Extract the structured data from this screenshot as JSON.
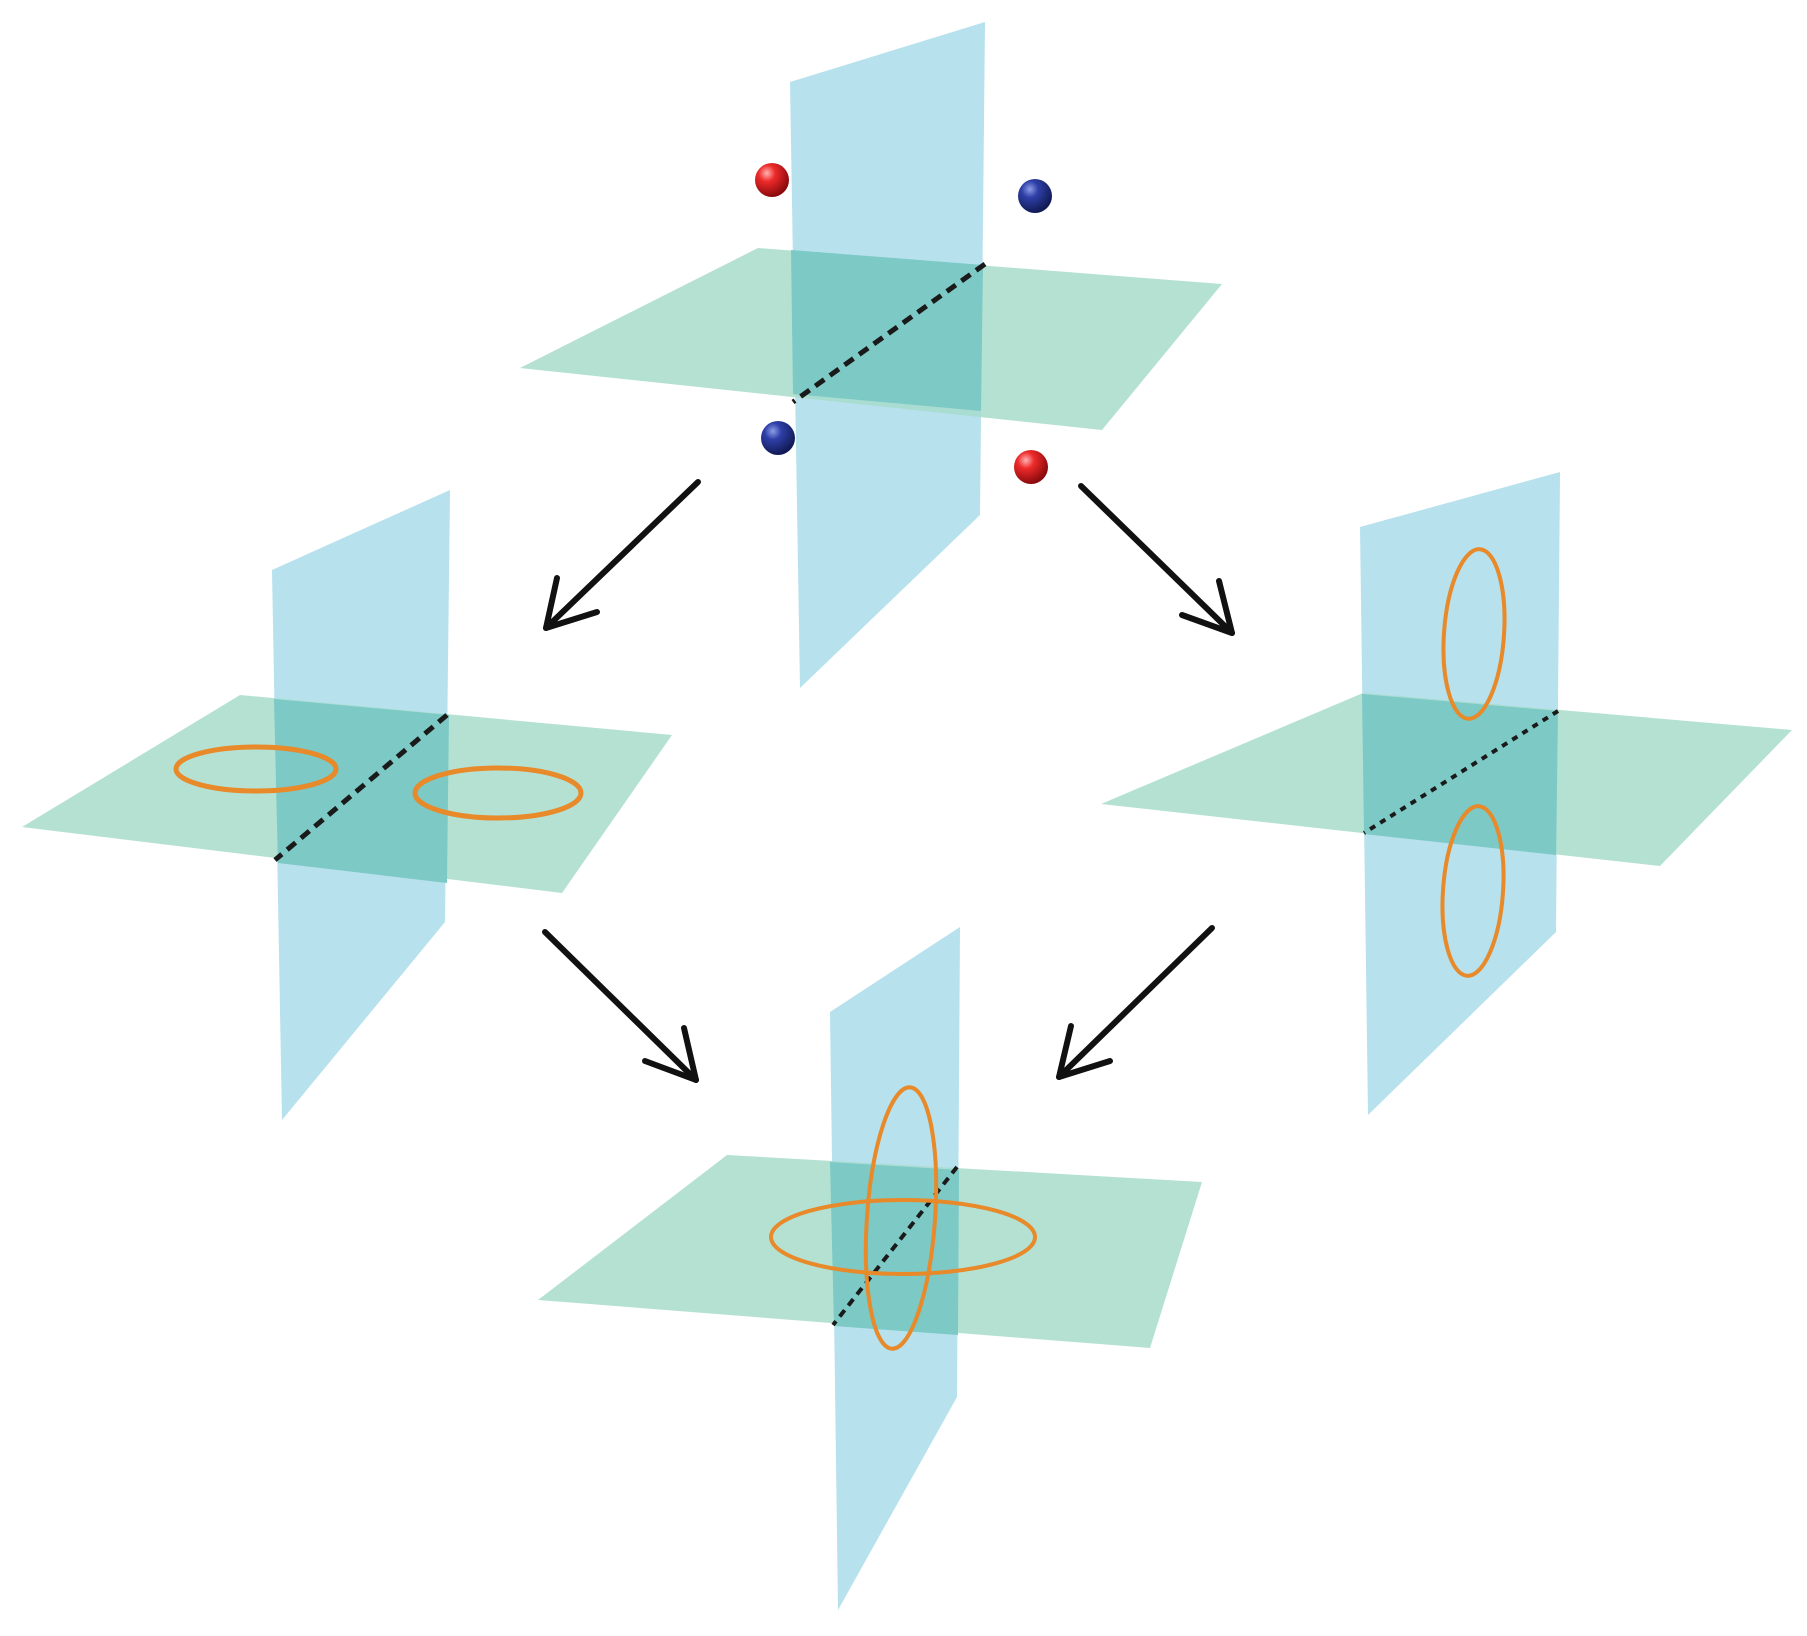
{
  "colors": {
    "vertical_plane": "#a9dcea",
    "horizontal_plane": "#a8dccb",
    "overlap": "#7cc9c6",
    "ring": "#e8892a",
    "charge_positive": "#e0161b",
    "charge_negative": "#2a3a94",
    "arrow": "#111111",
    "intersection_line": "#1a1a1a"
  },
  "panels": [
    {
      "id": "top",
      "content": "four-charges"
    },
    {
      "id": "left",
      "content": "two-horizontal-rings"
    },
    {
      "id": "right",
      "content": "two-vertical-rings"
    },
    {
      "id": "bottom",
      "content": "crossed-rings"
    }
  ],
  "arrows": [
    {
      "from": "top",
      "to": "left"
    },
    {
      "from": "top",
      "to": "right"
    },
    {
      "from": "left",
      "to": "bottom"
    },
    {
      "from": "right",
      "to": "bottom"
    }
  ]
}
